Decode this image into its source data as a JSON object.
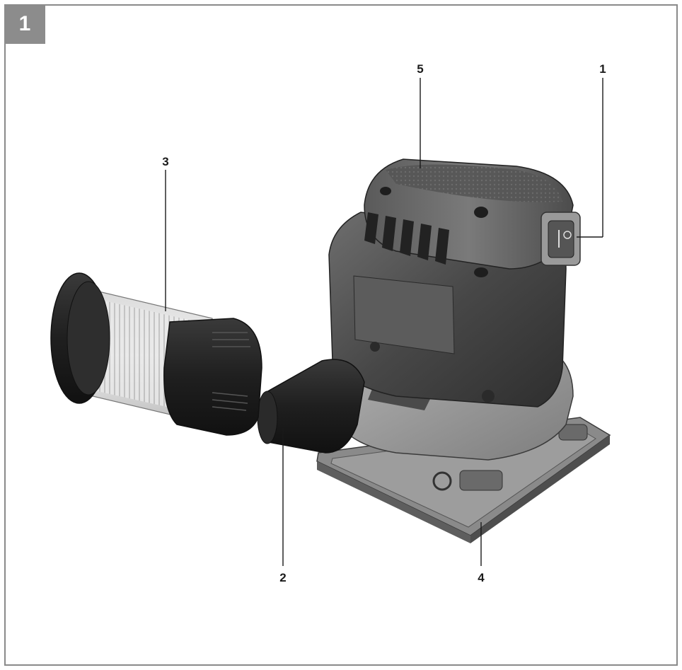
{
  "figure": {
    "number": "1"
  },
  "callouts": [
    {
      "id": "1",
      "label": "1"
    },
    {
      "id": "2",
      "label": "2"
    },
    {
      "id": "3",
      "label": "3"
    },
    {
      "id": "4",
      "label": "4"
    },
    {
      "id": "5",
      "label": "5"
    }
  ],
  "colors": {
    "border": "#8a8a8a",
    "badge": "#8c8c8c",
    "housing": "#4a4a4a",
    "grip": "#9a9a9a"
  }
}
